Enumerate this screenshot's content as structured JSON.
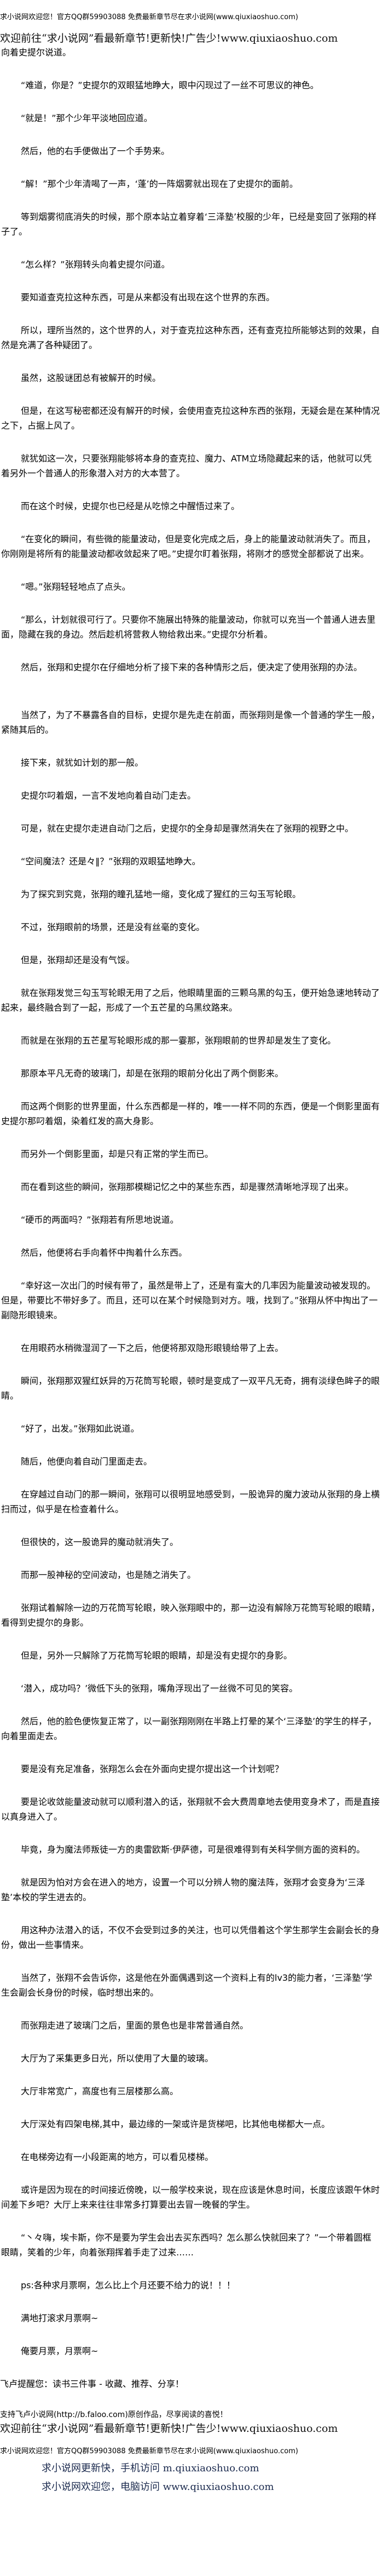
{
  "header": {
    "site_notice": "求小说网欢迎您！官方QQ群59903088 免费最新章节尽在求小说网(www.qiuxiaoshuo.com)",
    "promo": "欢迎前往“求小说网”看最新章节!更新快!广告少!www.qiuxiaoshuo.com"
  },
  "article": {
    "paragraphs": [
      {
        "text": "向着史提尔说道。",
        "indent": false
      },
      {
        "text": "“难道，你是？”史提尔的双眼猛地睁大，眼中闪现过了一丝不可思议的神色。",
        "indent": true
      },
      {
        "text": "“就是！”那个少年平淡地回应道。",
        "indent": true
      },
      {
        "text": "然后，他的右手便做出了一个手势来。",
        "indent": true
      },
      {
        "text": "“解！”那个少年清喝了一声，‘蓬’的一阵烟雾就出现在了史提尔的面前。",
        "indent": true
      },
      {
        "text": "等到烟雾彻底消失的时候，那个原本站立着穿着‘三泽塾’校服的少年，已经是变回了张翔的样子了。",
        "indent": true
      },
      {
        "text": "“怎么样？”张翔转头向着史提尔问道。",
        "indent": true
      },
      {
        "text": "要知道查克拉这种东西，可是从来都没有出现在这个世界的东西。",
        "indent": true
      },
      {
        "text": "所以，理所当然的，这个世界的人，对于查克拉这种东西，还有查克拉所能够达到的效果，自然是充满了各种疑团了。",
        "indent": true
      },
      {
        "text": "虽然，这股谜团总有被解开的时候。",
        "indent": true
      },
      {
        "text": "但是，在这写秘密都还没有解开的时候，会使用查克拉这种东西的张翔，无疑会是在某种情况之下，占据上风了。",
        "indent": true
      },
      {
        "text": "就犹如这一次，只要张翔能够将本身的查克拉、魔力、ATM立场隐藏起来的话，他就可以凭着另外一个普通人的形象潜入对方的大本营了。",
        "indent": true
      },
      {
        "text": "而在这个时候，史提尔也已经是从吃惊之中醒悟过来了。",
        "indent": true
      },
      {
        "text": "“在变化的瞬间，有些微的能量波动，但是变化完成之后，身上的能量波动就消失了。而且，你刚刚是将所有的能量波动都收敛起来了吧。”史提尔盯着张翔，将刚才的感觉全部都说了出来。",
        "indent": true
      },
      {
        "text": "“嗯。”张翔轻轻地点了点头。",
        "indent": true
      },
      {
        "text": "“那么，计划就很可行了。只要你不施展出特殊的能量波动，你就可以充当一个普通人进去里面，隐藏在我的身边。然后趁机将营救人物给救出来。”史提尔分析着。",
        "indent": true
      },
      {
        "text": "然后，张翔和史提尔在仔细地分析了接下来的各种情形之后，便决定了使用张翔的办法。",
        "indent": true,
        "gap": true
      },
      {
        "text": "当然了，为了不暴露各自的目标，史提尔是先走在前面，而张翔则是像一个普通的学生一般，紧随其后的。",
        "indent": true
      },
      {
        "text": "接下来，就犹如计划的那一般。",
        "indent": true
      },
      {
        "text": "史提尔叼着烟，一言不发地向着自动门走去。",
        "indent": true
      },
      {
        "text": "可是，就在史提尔走进自动门之后，史提尔的全身却是骤然消失在了张翔的视野之中。",
        "indent": true
      },
      {
        "text": "“空间魔法？还是々‖？”张翔的双眼猛地睁大。",
        "indent": true
      },
      {
        "text": "为了探究到究竟，张翔的瞳孔猛地一缩，变化成了猩红的三勾玉写轮眼。",
        "indent": true
      },
      {
        "text": "不过，张翔眼前的场景，还是没有丝毫的变化。",
        "indent": true
      },
      {
        "text": "但是，张翔却还是没有气馁。",
        "indent": true
      },
      {
        "text": "就在张翔发觉三勾玉写轮眼无用了之后，他眼睛里面的三颗乌黑的勾玉，便开始急速地转动了起来，最终融合到了一起，形成了一个五芒星的乌黑纹路来。",
        "indent": true
      },
      {
        "text": "而就是在张翔的五芒星写轮眼形成的那一霎那，张翔眼前的世界却是发生了变化。",
        "indent": true
      },
      {
        "text": "那原本平凡无奇的玻璃门，却是在张翔的眼前分化出了两个倒影来。",
        "indent": true
      },
      {
        "text": "而这两个倒影的世界里面，什么东西都是一样的，唯一一样不同的东西，便是一个倒影里面有史提尔那叼着烟，染着红发的高大身影。",
        "indent": true
      },
      {
        "text": "而另外一个倒影里面，却是只有正常的学生而已。",
        "indent": true
      },
      {
        "text": "而在看到这些的瞬间，张翔那模糊记忆之中的某些东西，却是骤然清晰地浮现了出来。",
        "indent": true
      },
      {
        "text": "“硬币的两面吗？”张翔若有所思地说道。",
        "indent": true
      },
      {
        "text": "然后，他便将右手向着怀中掏着什么东西。",
        "indent": true
      },
      {
        "text": "“幸好这一次出门的时候有带了，虽然是带上了，还是有蛮大的几率因为能量波动被发现的。但是，带要比不带好多了。而且，还可以在某个时候隐到对方。哦，找到了。”张翔从怀中掏出了一副隐形眼镜来。",
        "indent": true
      },
      {
        "text": "在用眼药水稍微湿润了一下之后，他便将那双隐形眼镜给带了上去。",
        "indent": true
      },
      {
        "text": "瞬间，张翔那双猩红妖异的万花筒写轮眼，顿时是变成了一双平凡无奇，拥有淡绿色眸子的眼睛。",
        "indent": true
      },
      {
        "text": "“好了，出发。”张翔如此说道。",
        "indent": true
      },
      {
        "text": "随后，他便向着自动门里面走去。",
        "indent": true
      },
      {
        "text": "在穿越过自动门的那一瞬间，张翔可以很明显地感受到，一股诡异的魔力波动从张翔的身上横扫而过，似乎是在检查着什么。",
        "indent": true
      },
      {
        "text": "但很快的，这一股诡异的魔动就消失了。",
        "indent": true
      },
      {
        "text": "而那一股神秘的空间波动，也是随之消失了。",
        "indent": true
      },
      {
        "text": "张翔试着解除一边的万花筒写轮眼，映入张翔眼中的，那一边没有解除万花筒写轮眼的眼睛，看得到史提尔的身影。",
        "indent": true
      },
      {
        "text": "但是，另外一只解除了万花筒写轮眼的眼睛，却是没有史提尔的身影。",
        "indent": true
      },
      {
        "text": "‘潜入，成功吗？’微低下头的张翔，嘴角浮现出了一丝微不可见的笑容。",
        "indent": true
      },
      {
        "text": "然后，他的脸色便恢复正常了，以一副张翔刚刚在半路上打晕的某个‘三泽塾’的学生的样子，向着里面走去。",
        "indent": true
      },
      {
        "text": "要是没有充足准备，张翔怎么会在外面向史提尔提出这一个计划呢？",
        "indent": true
      },
      {
        "text": "要是论收敛能量波动就可以顺利潜入的话，张翔就不会大费周章地去使用变身术了，而是直接以真身进入了。",
        "indent": true
      },
      {
        "text": "毕竟，身为魔法师叛徒一方的奥雷欧斯·伊萨德，可是很难得到有关科学侧方面的资料的。",
        "indent": true
      },
      {
        "text": "就是因为怕对方会在进入的地方，设置一个可以分辨人物的魔法阵，张翔才会变身为‘三泽塾’本校的学生进去的。",
        "indent": true
      },
      {
        "text": "用这种办法潜入的话，不仅不会受到过多的关注，也可以凭借着这个学生那学生会副会长的身份，做出一些事情来。",
        "indent": true
      },
      {
        "text": "当然了，张翔不会告诉你，这是他在外面偶遇到这一个资料上有的lv3的能力者，‘三泽塾’学生会副会长身份的时候，临时想出来的。",
        "indent": true
      },
      {
        "text": "而张翔走进了玻璃门之后，里面的景色也是非常普通自然。",
        "indent": true
      },
      {
        "text": "大厅为了采集更多日光，所以使用了大量的玻璃。",
        "indent": true
      },
      {
        "text": "大厅非常宽广，高度也有三层楼那么高。",
        "indent": true
      },
      {
        "text": "大厅深处有四架电梯,其中，最边缘的一架或许是货梯吧，比其他电梯都大一点。",
        "indent": true
      },
      {
        "text": "在电梯旁边有一小段距离的地方，可以看见楼梯。",
        "indent": true
      },
      {
        "text": "或许是因为现在的时间接近傍晚，以一般学校来说，现在应该是休息时间，长度应该跟午休时间差下乡吧？大厅上来来往往非常多打算要出去冒一晚餐的学生。",
        "indent": true
      },
      {
        "text": "“丶々嗨，埃卡斯，你不是要为学生会出去买东西吗？怎么那么快就回来了？”一个带着圆框眼睛，笑着的少年，向着张翔挥着手走了过来……",
        "indent": true
      },
      {
        "text": "ps:各种求月票啊，怎么比上个月还要不给力的说！！！",
        "indent": true
      },
      {
        "text": "满地打滚求月票啊~",
        "indent": true
      },
      {
        "text": "俺要月票，月票啊~",
        "indent": true
      }
    ]
  },
  "footer": {
    "reminder": "飞卢提醒您：读书三件事 - 收藏、推荐、分享！",
    "faloo_support": "支持飞卢小说网(http://b.faloo.com)原创作品，尽享阅读的喜悦！",
    "promo": "欢迎前往“求小说网”看最新章节!更新快!广告少!www.qiuxiaoshuo.com",
    "site_notice": "求小说网欢迎您！官方QQ群59903088 免费最新章节尽在求小说网(www.qiuxiaoshuo.com)",
    "mobile_visit": "求小说网更新快，手机访问 m.qiuxiaoshuo.com",
    "pc_visit": "求小说网欢迎您，电脑访问 www.qiuxiaoshuo.com"
  }
}
